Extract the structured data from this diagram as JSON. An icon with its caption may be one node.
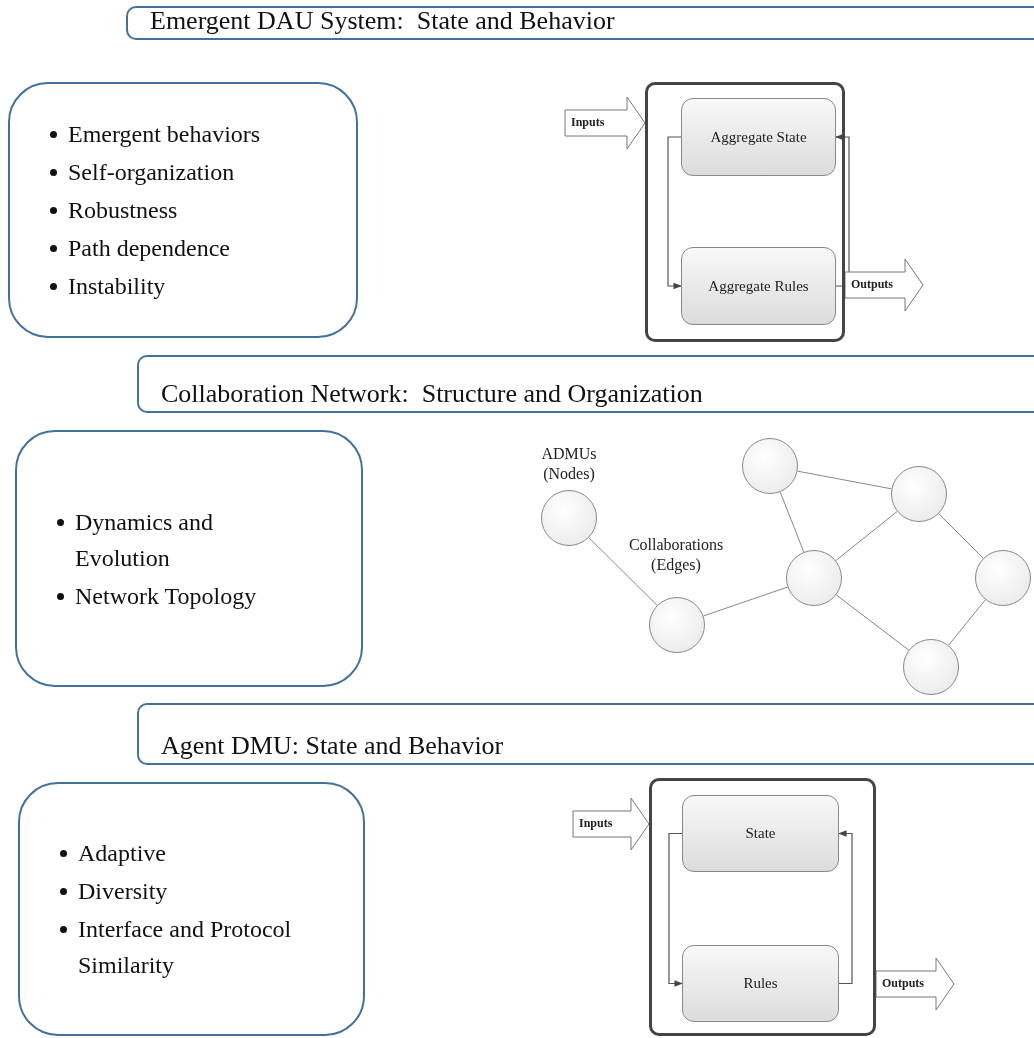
{
  "diagram": {
    "nodes": [
      {
        "text": [
          "Emergent DAU System:  State and Behavior"
        ]
      },
      {
        "text": [
          "Emergent behaviors",
          "Self-organization",
          "Robustness",
          "Path dependence",
          "Instability"
        ]
      },
      {
        "text": [],
        "shape": "box"
      },
      {
        "text": [
          "Aggregate State"
        ],
        "in": 2
      },
      {
        "text": [
          "Aggregate Rules"
        ],
        "in": 2
      },
      {
        "text": [
          "Collaboration Network:  Structure and Organization"
        ]
      },
      {
        "text": [
          "Dynamics and Evolution",
          "Network Topology"
        ]
      },
      {
        "text": [],
        "shape": "circle"
      },
      {
        "text": [],
        "shape": "circle"
      },
      {
        "text": [],
        "shape": "circle"
      },
      {
        "text": [],
        "shape": "circle"
      },
      {
        "text": [],
        "shape": "circle"
      },
      {
        "text": [],
        "shape": "circle"
      },
      {
        "text": [],
        "shape": "circle"
      },
      {
        "text": [
          "Agent DMU: State and Behavior"
        ]
      },
      {
        "text": [
          "Adaptive",
          "Diversity",
          "Interface and Protocol Similarity"
        ]
      },
      {
        "text": [],
        "shape": "box"
      },
      {
        "text": [
          "State"
        ],
        "in": 16
      },
      {
        "text": [
          "Rules"
        ],
        "in": 16
      }
    ],
    "edges": [
      {
        "from": 3,
        "to": 4,
        "arrow": "to"
      },
      {
        "from": 4,
        "to": 3,
        "arrow": "to"
      },
      {
        "from": null,
        "to": 2,
        "arrow": "to",
        "label": "Inputs"
      },
      {
        "from": 2,
        "to": null,
        "arrow": "to",
        "label": "Outputs"
      },
      {
        "from": 7,
        "to": 8,
        "arrow": "none"
      },
      {
        "from": 8,
        "to": 10,
        "arrow": "none"
      },
      {
        "from": 9,
        "to": 10,
        "arrow": "none"
      },
      {
        "from": 9,
        "to": 11,
        "arrow": "none"
      },
      {
        "from": 10,
        "to": 11,
        "arrow": "none"
      },
      {
        "from": 11,
        "to": 13,
        "arrow": "none"
      },
      {
        "from": 10,
        "to": 12,
        "arrow": "none"
      },
      {
        "from": 12,
        "to": 13,
        "arrow": "none"
      },
      {
        "from": 17,
        "to": 18,
        "arrow": "to"
      },
      {
        "from": 18,
        "to": 17,
        "arrow": "to"
      },
      {
        "from": null,
        "to": 16,
        "arrow": "to",
        "label": "Inputs"
      },
      {
        "from": 16,
        "to": null,
        "arrow": "to",
        "label": "Outputs"
      }
    ],
    "labels": [
      "ADMUs (Nodes)",
      "Collaborations (Edges)"
    ]
  }
}
